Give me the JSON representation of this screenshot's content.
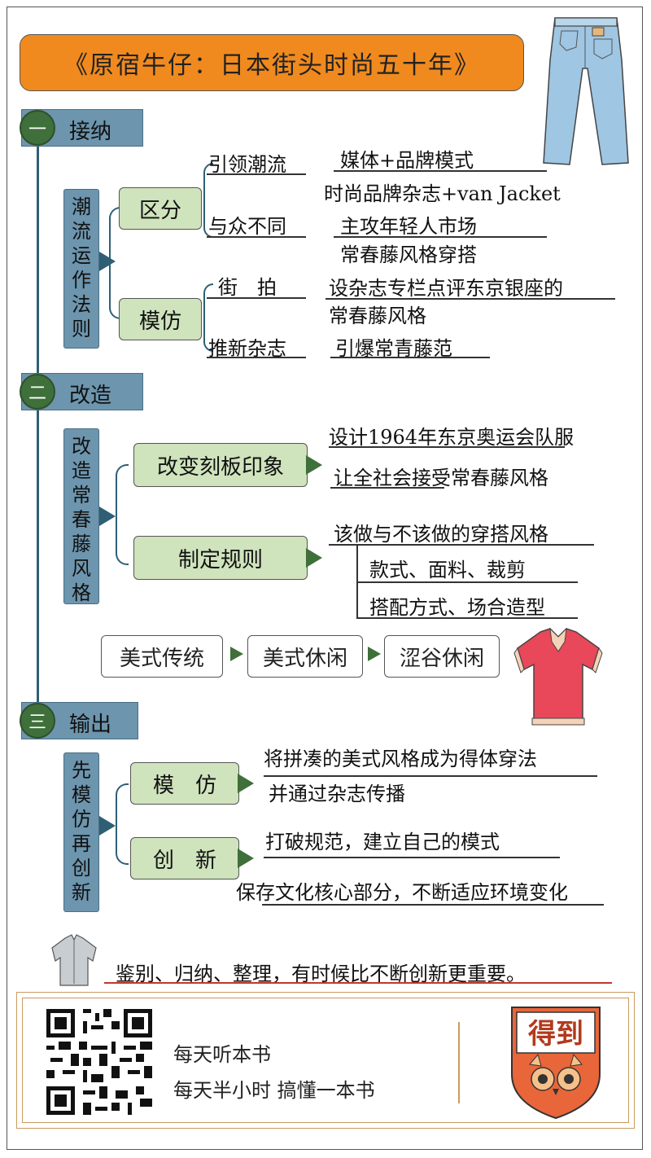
{
  "title": "《原宿牛仔：日本街头时尚五十年》",
  "colors": {
    "title_bg": "#f08a1f",
    "section_bg": "#6d95ae",
    "green_box": "#cfe3bd",
    "circle": "#3f6f3a",
    "red_underline": "#c0392b"
  },
  "section1": {
    "num": "一",
    "label": "接纳",
    "vertical": "潮流运作法则",
    "branch_a": {
      "label": "区分",
      "items": [
        {
          "key": "引领潮流",
          "lines": [
            "媒体+品牌模式",
            "时尚品牌杂志+van  Jacket"
          ]
        },
        {
          "key": "与众不同",
          "lines": [
            "主攻年轻人市场",
            "常春藤风格穿搭"
          ]
        }
      ]
    },
    "branch_b": {
      "label": "模仿",
      "items": [
        {
          "key": "街　拍",
          "lines": [
            "设杂志专栏点评东京银座的",
            "常春藤风格"
          ]
        },
        {
          "key": "推新杂志",
          "lines": [
            "引爆常青藤范"
          ]
        }
      ]
    }
  },
  "section2": {
    "num": "二",
    "label": "改造",
    "vertical": "改造常春藤风格",
    "branch_a": {
      "label": "改变刻板印象",
      "lines": [
        "设计1964年东京奥运会队服",
        "让全社会接受常春藤风格"
      ]
    },
    "branch_b": {
      "label": "制定规则",
      "lines": [
        "该做与不该做的穿搭风格",
        "款式、面料、裁剪",
        "搭配方式、场合造型"
      ]
    },
    "flow": [
      "美式传统",
      "美式休闲",
      "涩谷休闲"
    ]
  },
  "section3": {
    "num": "三",
    "label": "输出",
    "vertical": "先模仿再创新",
    "branch_a": {
      "label": "模　仿",
      "lines": [
        "将拼凑的美式风格成为得体穿法",
        "并通过杂志传播"
      ]
    },
    "branch_b": {
      "label": "创　新",
      "lines": [
        "打破规范，建立自己的模式",
        "保存文化核心部分，不断适应环境变化"
      ]
    }
  },
  "conclusion": "鉴别、归纳、整理，有时候比不断创新更重要。",
  "footer": {
    "slogan1": "每天听本书",
    "slogan2": "每天半小时 搞懂一本书",
    "logo_text": "得到"
  },
  "icons": [
    "jeans-icon",
    "polo-shirt-icon",
    "shirt-icon",
    "qr-code",
    "dedao-logo"
  ]
}
